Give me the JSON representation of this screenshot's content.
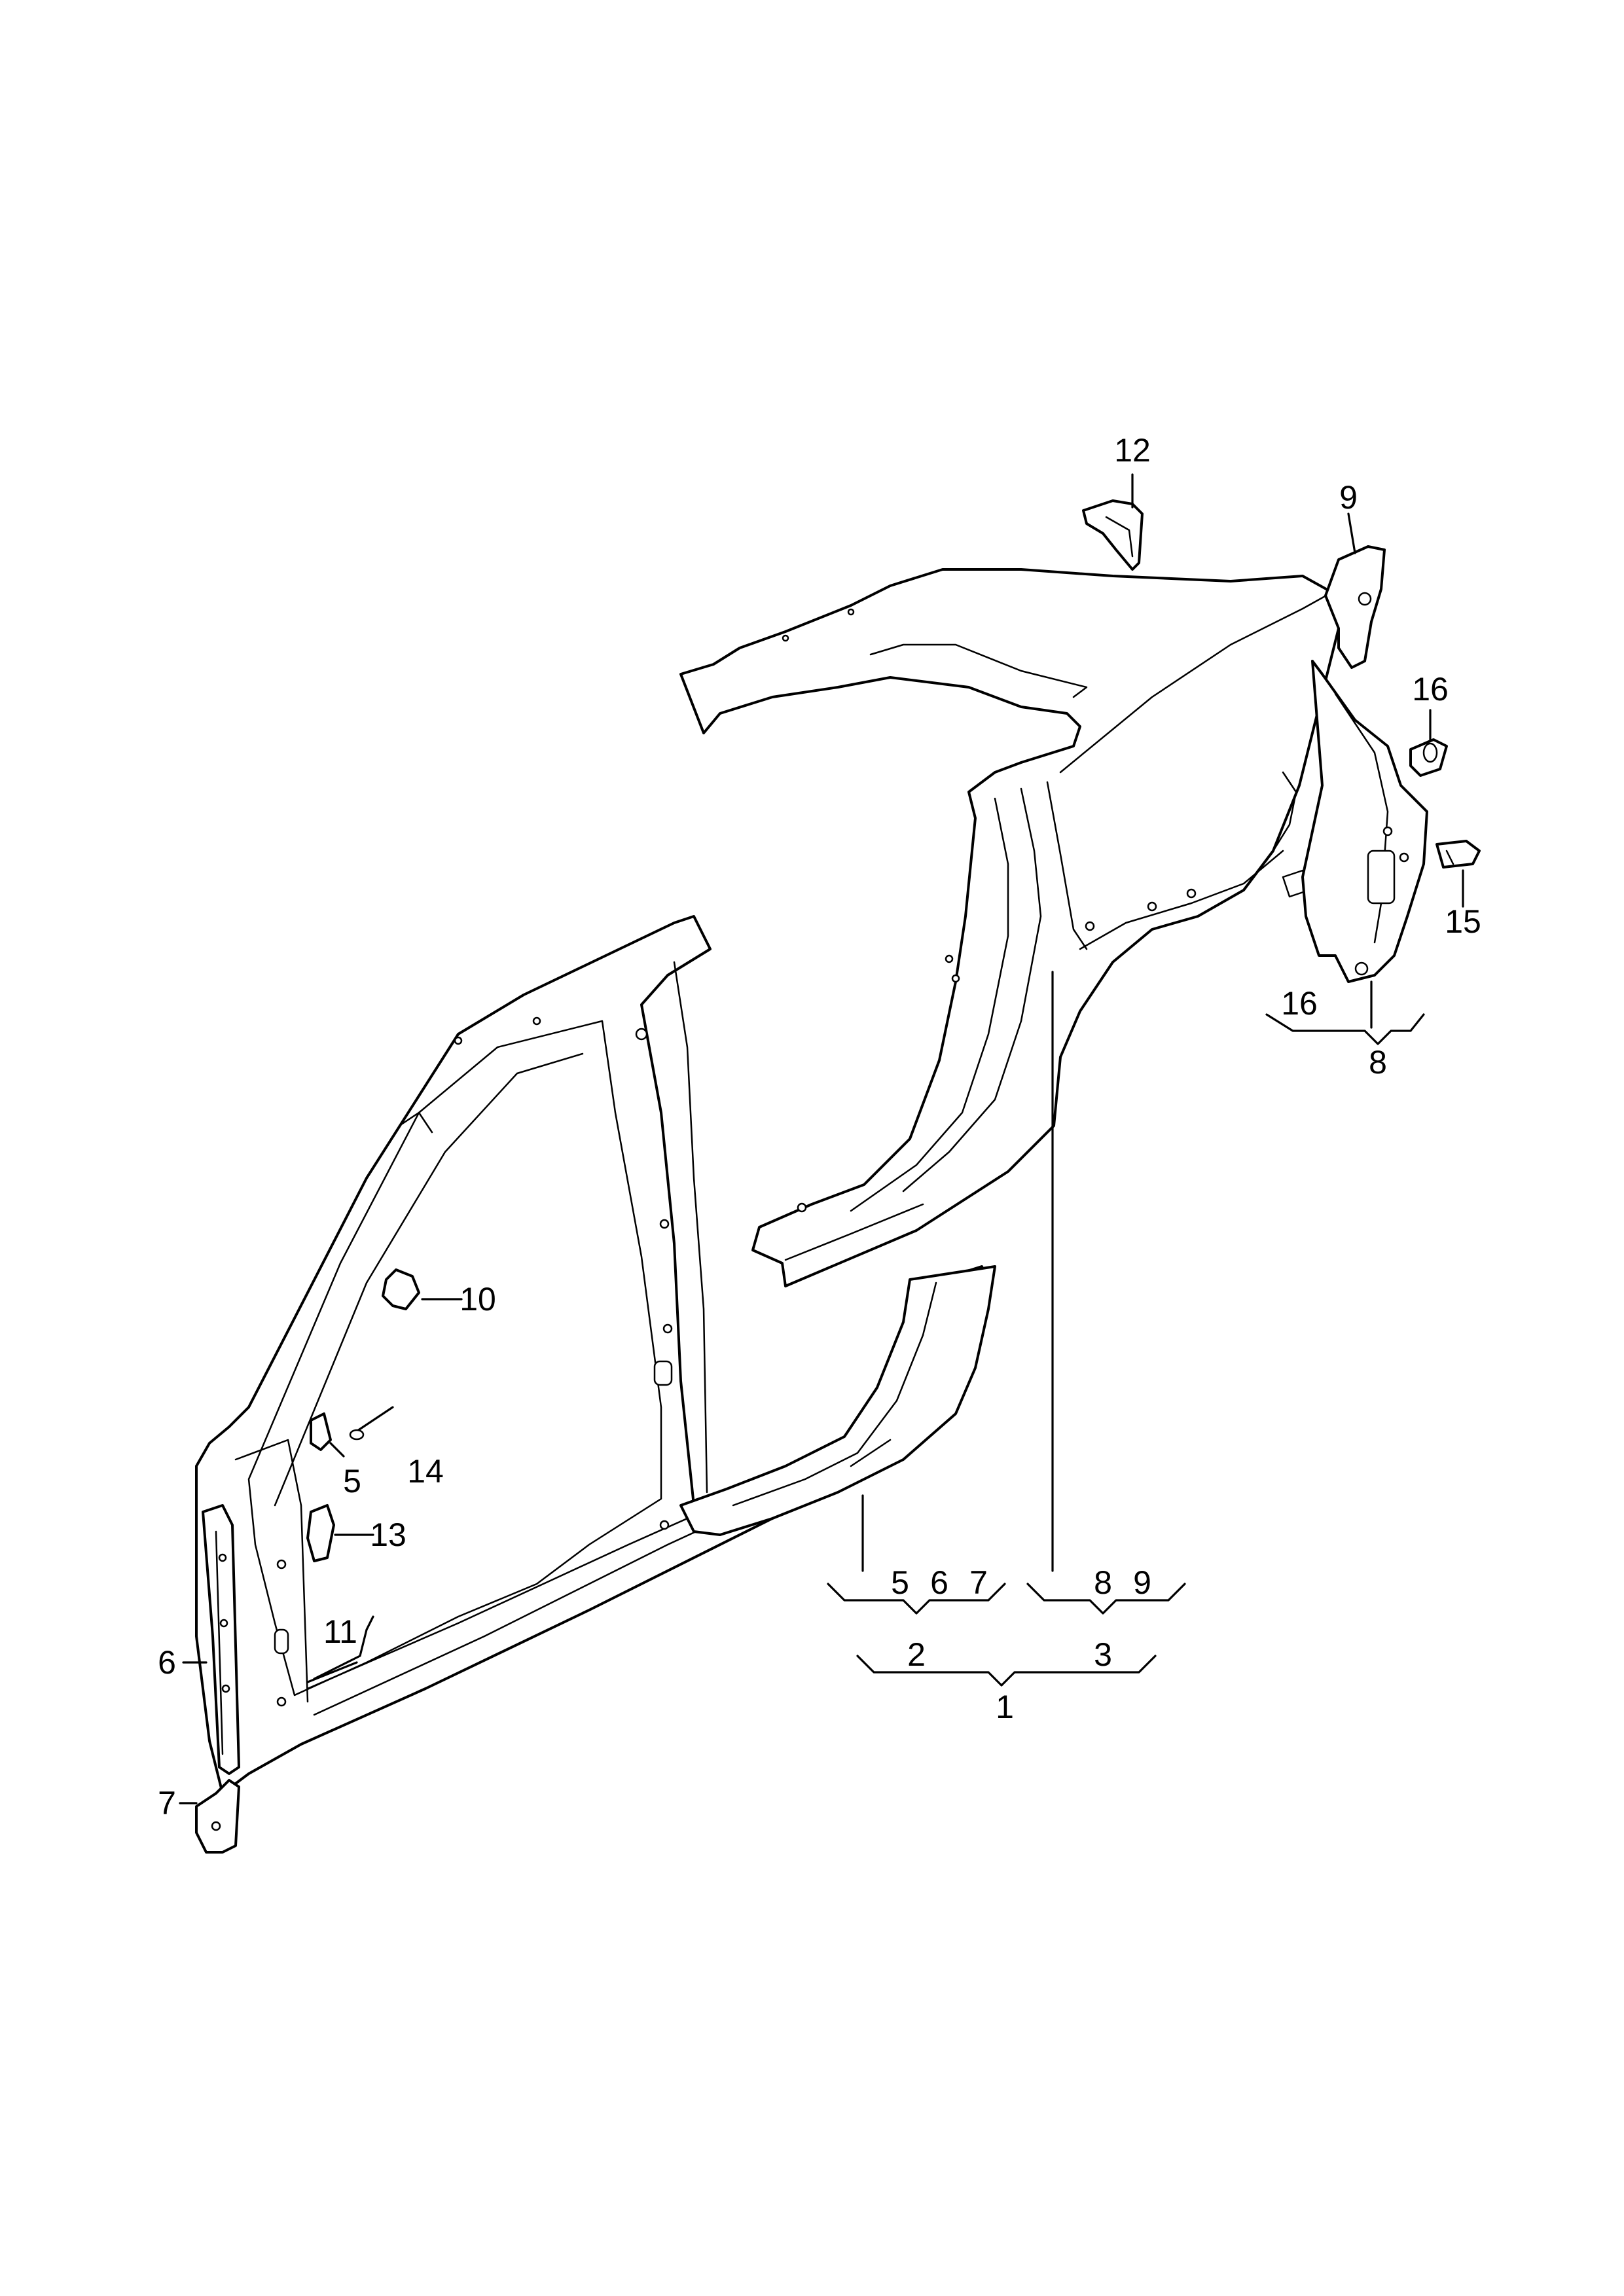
{
  "callouts": {
    "c1": "1",
    "c2": "2",
    "c3": "3",
    "c5_group": "5",
    "c6_group": "6",
    "c7_group": "7",
    "c8_group": "8",
    "c9_group": "9",
    "c5": "5",
    "c6": "6",
    "c7": "7",
    "c8": "8",
    "c9": "9",
    "c10": "10",
    "c11": "11",
    "c12": "12",
    "c13": "13",
    "c14": "14",
    "c15": "15",
    "c16_a": "16",
    "c16_b": "16"
  }
}
